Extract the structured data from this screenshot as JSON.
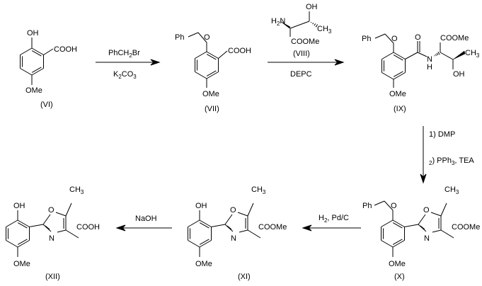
{
  "compounds": {
    "VI": {
      "label": "(VI)",
      "oh": "OH",
      "cooh": "COOH",
      "ome": "OMe"
    },
    "VII": {
      "label": "(VII)",
      "o": "O",
      "ph": "Ph",
      "cooh": "COOH",
      "ome": "OMe"
    },
    "VIII": {
      "label": "(VIII)",
      "h2n": "H2N",
      "oh": "OH",
      "ch3": "CH3",
      "coome": "COOMe"
    },
    "IX": {
      "label": "(IX)",
      "o": "O",
      "ph": "Ph",
      "co": "O",
      "n": "N",
      "h": "H",
      "coome": "COOMe",
      "ch3": "CH3",
      "oh": "OH",
      "ome": "OMe"
    },
    "X": {
      "label": "(X)",
      "o": "O",
      "ph": "Ph",
      "ring_o": "O",
      "ring_n": "N",
      "ch3": "CH3",
      "ester": "COOMe",
      "ome": "OMe"
    },
    "XI": {
      "label": "(XI)",
      "oh": "OH",
      "ring_o": "O",
      "ring_n": "N",
      "ch3": "CH3",
      "ester": "COOMe",
      "ome": "OMe"
    },
    "XII": {
      "label": "(XII)",
      "oh": "OH",
      "ring_o": "O",
      "ring_n": "N",
      "ch3": "CH3",
      "ester": "COOH",
      "ome": "OMe"
    }
  },
  "reagents": {
    "step1_top": "PhCH2Br",
    "step1_bottom": "K2CO3",
    "step2_bottom": "DEPC",
    "step3_line1": "1) DMP",
    "step3_line2": "2) PPh3, TEA",
    "step4_top": "H2, Pd/C",
    "step5_top": "NaOH"
  }
}
